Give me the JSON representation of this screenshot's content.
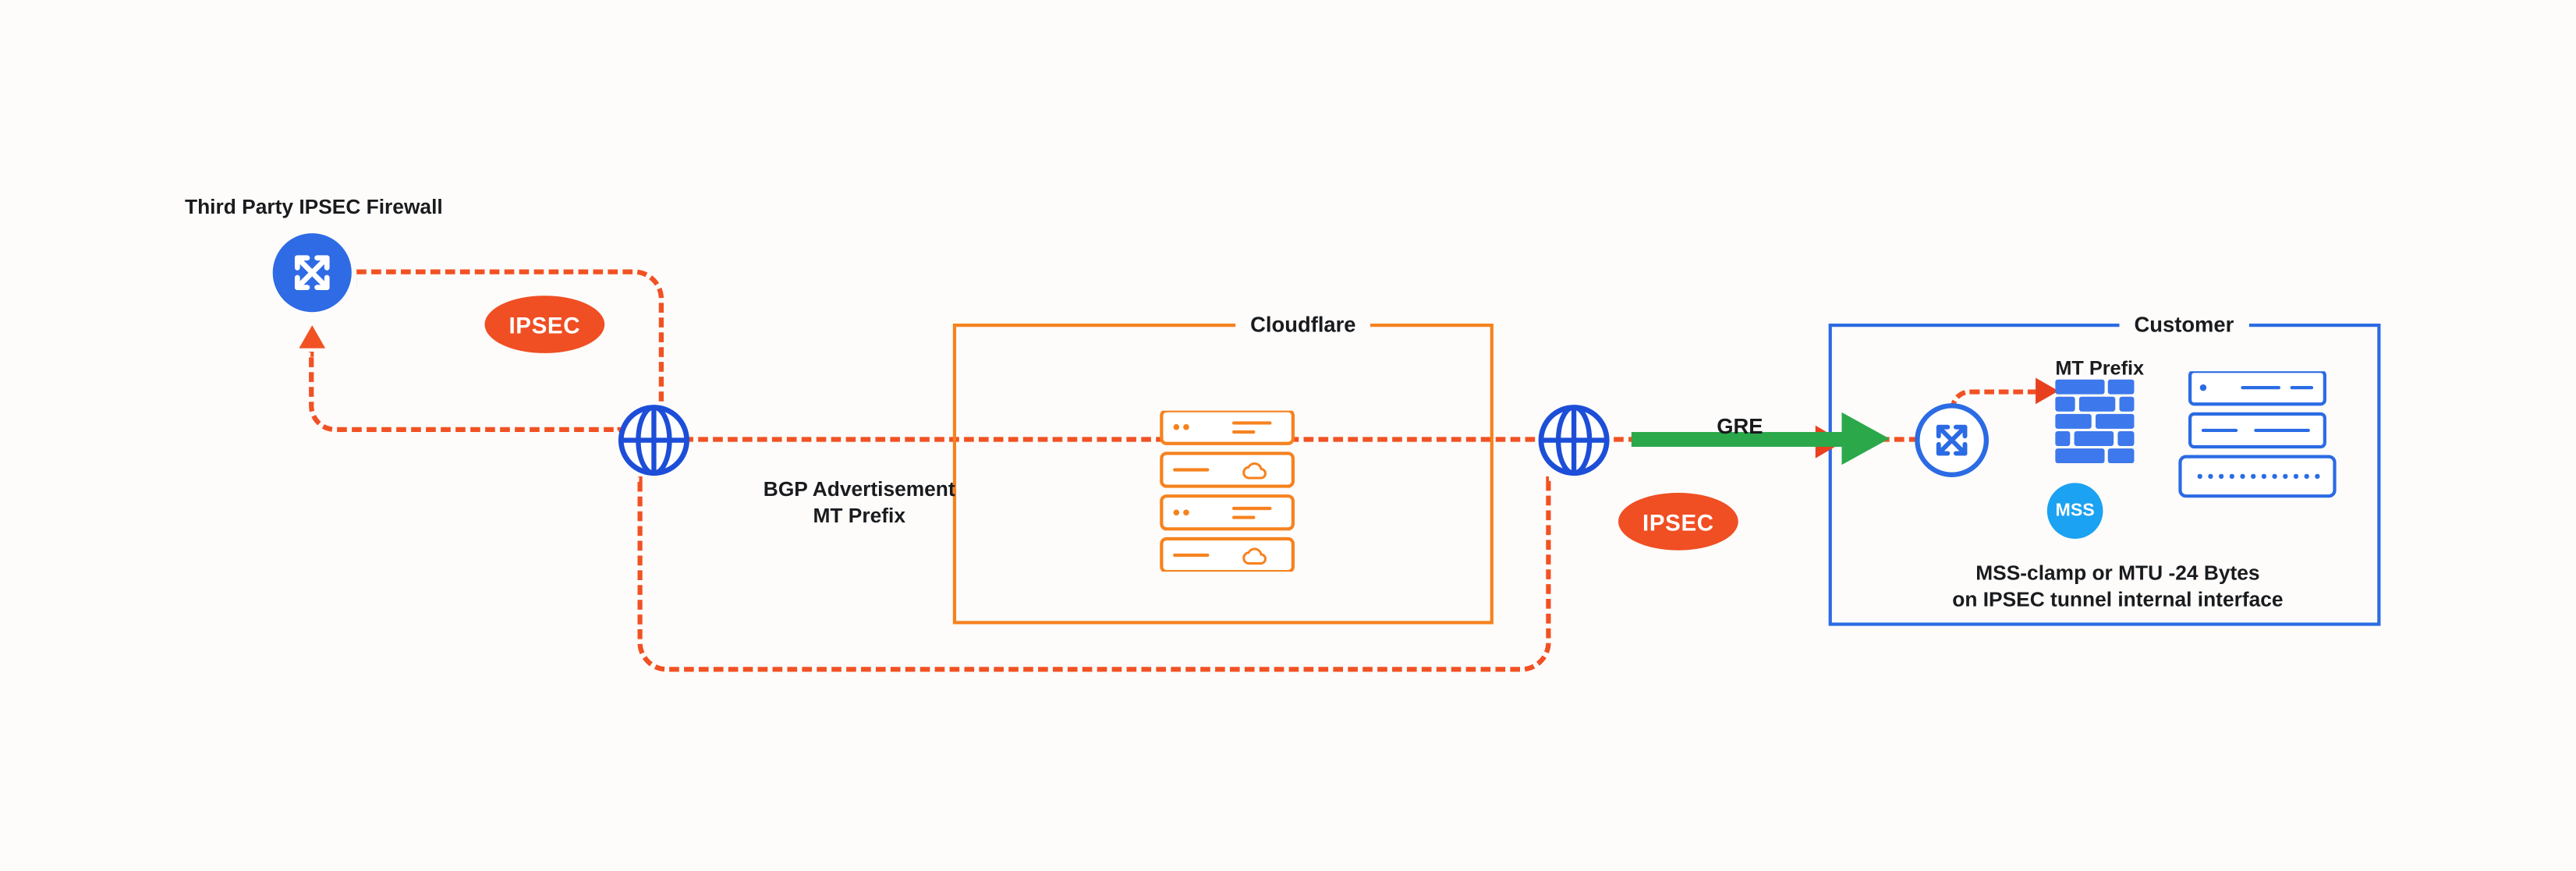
{
  "labels": {
    "third_party_firewall": "Third Party IPSEC Firewall",
    "ipsec_tunnel_left": "IPSEC",
    "bgp_advertisement_line1": "BGP Advertisement",
    "bgp_advertisement_line2": "MT Prefix",
    "cloudflare_box": "Cloudflare",
    "gre_tunnel": "GRE",
    "ipsec_tunnel_right": "IPSEC",
    "customer_box": "Customer",
    "mt_prefix": "MT Prefix",
    "mss_badge": "MSS",
    "mss_note_line1": "MSS-clamp or MTU -24 Bytes",
    "mss_note_line2": "on IPSEC tunnel internal interface"
  },
  "colors": {
    "background": "#FDFCFA",
    "tunnel_dashed_line": "#F15123",
    "ipsec_badge": "#F04E23",
    "cloudflare_orange": "#F6821F",
    "customer_blue": "#2B6BE4",
    "globe_blue": "#1D4ED8",
    "gre_green": "#2BA84A",
    "mss_azure": "#1BA2F2",
    "text": "#191B1E"
  },
  "icons": {
    "left_router": "router-crossed-arrows-icon",
    "internet_left": "globe-icon",
    "internet_right": "globe-icon",
    "cloudflare_servers": "server-stack-icon",
    "customer_router": "router-crossed-arrows-icon",
    "firewall": "brick-firewall-icon",
    "customer_servers": "server-stack-icon",
    "cloud_glyph": "cloud-icon"
  }
}
